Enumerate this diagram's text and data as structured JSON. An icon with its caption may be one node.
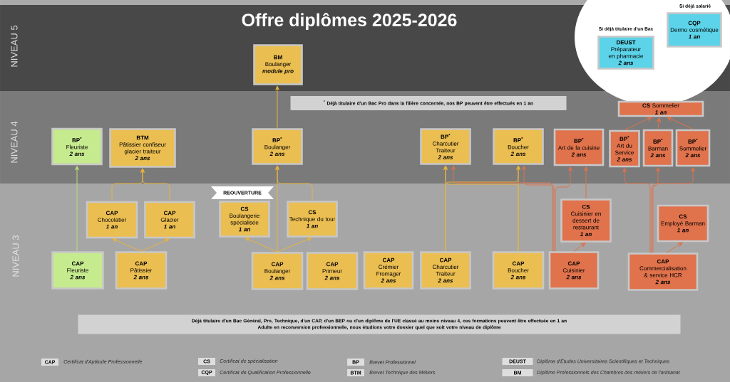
{
  "diagram": {
    "title": "Offre diplômes 2025-2026",
    "nodes": [
      {
        "text": [
          "BM",
          "Boulanger",
          "module pro"
        ]
      },
      {
        "text": [
          "DEUST",
          "Préparateur en pharmacie",
          "2 ans"
        ],
        "beside": [
          "Si déjà titulaire d'un Bac"
        ]
      },
      {
        "text": [
          "CQP",
          "Dermo cosmétique",
          "1 an"
        ],
        "beside": [
          "Si déjà salarié"
        ]
      },
      {
        "text": [
          "$^{*}$ Déjà titulaire d'un Bac Pro dans la filière concernée, nos BP peuvent être effectués en 1 an"
        ]
      },
      {
        "text": [
          "**CS** Sommelier",
          "1 an"
        ]
      },
      {
        "text": [
          "BP$^{*}$",
          "Fleuriste",
          "2 ans"
        ]
      },
      {
        "text": [
          "BTM",
          "Pâtissier confiseur glacier traiteur",
          "2 ans"
        ]
      },
      {
        "text": [
          "BP$^{*}$",
          "Boulanger",
          "2 ans"
        ]
      },
      {
        "text": [
          "BP$^{*}$",
          "Charcutier Traiteur",
          "2 ans"
        ]
      },
      {
        "text": [
          "BP$^{*}$",
          "Boucher",
          "2 ans"
        ]
      },
      {
        "text": [
          "BP$^{*}$",
          "Art de la cuisine",
          "2 ans"
        ]
      },
      {
        "text": [
          "BP$^{*}$",
          "Art du Service",
          "2 ans"
        ]
      },
      {
        "text": [
          "BP$^{*}$",
          "Barman",
          "2 ans"
        ]
      },
      {
        "text": [
          "BP$^{*}$",
          "Sommelier",
          "2 ans"
        ]
      },
      {
        "text": [
          "CAP",
          "Chocolatier",
          "1 an"
        ]
      },
      {
        "text": [
          "CAP",
          "Glacier",
          "1 an"
        ]
      },
      {
        "text": [
          "CS",
          "Boulangerie spécialisée",
          "1 an"
        ],
        "beside": [
          "REOUVERTURE"
        ]
      },
      {
        "text": [
          "CS",
          "Technique du tour",
          "1 an"
        ]
      },
      {
        "text": [
          "CS",
          "Cuisinier en dessert de restaurant",
          "1 an"
        ]
      },
      {
        "text": [
          "CS",
          "Employé Barman",
          "1 an"
        ]
      },
      {
        "text": [
          "CAP",
          "Fleuriste",
          "2 ans"
        ]
      },
      {
        "text": [
          "CAP",
          "Pâtissier",
          "2 ans"
        ]
      },
      {
        "text": [
          "CAP",
          "Boulanger",
          "2 ans"
        ]
      },
      {
        "text": [
          "CAP",
          "Primeur",
          "2 ans"
        ]
      },
      {
        "text": [
          "CAP",
          "Crémier Fromager",
          "2 ans"
        ]
      },
      {
        "text": [
          "CAP",
          "Charcutier Traiteur",
          "2 ans"
        ]
      },
      {
        "text": [
          "CAP",
          "Boucher",
          "2 ans"
        ]
      },
      {
        "text": [
          "CAP",
          "Cuisinier",
          "2 ans"
        ]
      },
      {
        "text": [
          "CAP",
          "Commercialisation & service HCR",
          "2 ans"
        ]
      },
      {
        "text": [
          "Déjà titulaire d'un Bac Général, Pro, Technique, d'un CAP, d'un BEP ou d'un diplôme de l'UE classé au moins niveau 4, ces formations peuvent être effectuée en 1 an",
          "Adulte en reconversion professionnelle, nous étudions votre dossier quel que soit votre niveau de diplôme"
        ]
      }
    ],
    "edges": [
      {
        "from": 20,
        "to": 5,
        "arrow": "to",
        "color": "#b8e07c"
      },
      {
        "from": 21,
        "to": 14,
        "arrow": "to"
      },
      {
        "from": 21,
        "to": 15,
        "arrow": "to"
      },
      {
        "from": 14,
        "to": 6,
        "arrow": "to"
      },
      {
        "from": 15,
        "to": 6,
        "arrow": "to"
      },
      {
        "from": 22,
        "to": 16,
        "arrow": "to"
      },
      {
        "from": 22,
        "to": 17,
        "arrow": "to"
      },
      {
        "from": 22,
        "to": 7,
        "arrow": "to"
      },
      {
        "from": 17,
        "to": 7,
        "arrow": "to"
      },
      {
        "from": 7,
        "to": 0,
        "arrow": "to"
      },
      {
        "from": 25,
        "to": 8,
        "arrow": "to"
      },
      {
        "from": 25,
        "to": 9,
        "arrow": "to"
      },
      {
        "from": 26,
        "to": 8,
        "arrow": "to"
      },
      {
        "from": 26,
        "to": 9,
        "arrow": "to"
      },
      {
        "from": 27,
        "to": 8,
        "arrow": "to",
        "color": "#e0714a"
      },
      {
        "from": 27,
        "to": 9,
        "arrow": "to",
        "color": "#e0714a"
      },
      {
        "from": 27,
        "to": 10,
        "arrow": "to",
        "color": "#e0714a"
      },
      {
        "from": 27,
        "to": 18,
        "arrow": "to",
        "color": "#e0714a"
      },
      {
        "from": 18,
        "to": 10,
        "arrow": "to",
        "color": "#e0714a"
      },
      {
        "from": 28,
        "to": 11,
        "arrow": "to",
        "color": "#e0714a"
      },
      {
        "from": 28,
        "to": 12,
        "arrow": "to",
        "color": "#e0714a"
      },
      {
        "from": 28,
        "to": 13,
        "arrow": "to",
        "color": "#e0714a"
      },
      {
        "from": 28,
        "to": 19,
        "arrow": "to",
        "color": "#e0714a"
      },
      {
        "from": 11,
        "to": 4,
        "arrow": "to",
        "color": "#e0714a"
      },
      {
        "from": 12,
        "to": 4,
        "arrow": "to",
        "color": "#e0714a"
      },
      {
        "from": 13,
        "to": 4,
        "arrow": "to",
        "color": "#e0714a"
      }
    ],
    "labels": [
      "NIVEAU 5",
      "NIVEAU 4",
      "NIVEAU 3",
      "CAP",
      "Certificat d'Aptitude Professionnelle",
      "CS",
      "Certificat de spécialisation",
      "BP",
      "Brevet Professionnel",
      "DEUST",
      "Diplôme d'Études Universitaires Scientifiques et Techniques",
      "CQP",
      "Certificat de Qualification Professionnelle",
      "BTM",
      "Brevet Technique des Métiers",
      "BM",
      "Diplôme Professionnels des Chambres des métiers de l'artisanat"
    ]
  }
}
